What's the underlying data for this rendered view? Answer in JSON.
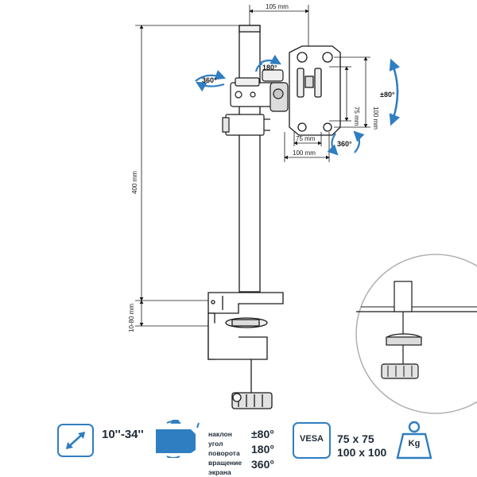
{
  "dimensions": {
    "width_top": "105 mm",
    "height_pole": "400 mm",
    "clamp_range": "10-80 mm",
    "vesa_h_small": "75 mm",
    "vesa_h_large": "100 mm",
    "vesa_w_small": "75 mm",
    "vesa_w_large": "100 mm"
  },
  "rotation_badges": {
    "swivel": "360°",
    "head_tilt": "180°",
    "screen_rotate": "360°",
    "tilt": "±80°"
  },
  "specs": {
    "screen_size": "10''-34''",
    "labels": [
      "наклон",
      "угол",
      "поворота",
      "вращение",
      "экрана"
    ],
    "values": [
      "±80°",
      "180°",
      "360°"
    ],
    "vesa_label": "VESA",
    "vesa_values": [
      "75 x 75",
      "100 x 100"
    ],
    "weight_label": "Kg"
  },
  "colors": {
    "accent": "#2f7ec1",
    "line": "#1a1a1a",
    "text": "#1f2a36"
  }
}
